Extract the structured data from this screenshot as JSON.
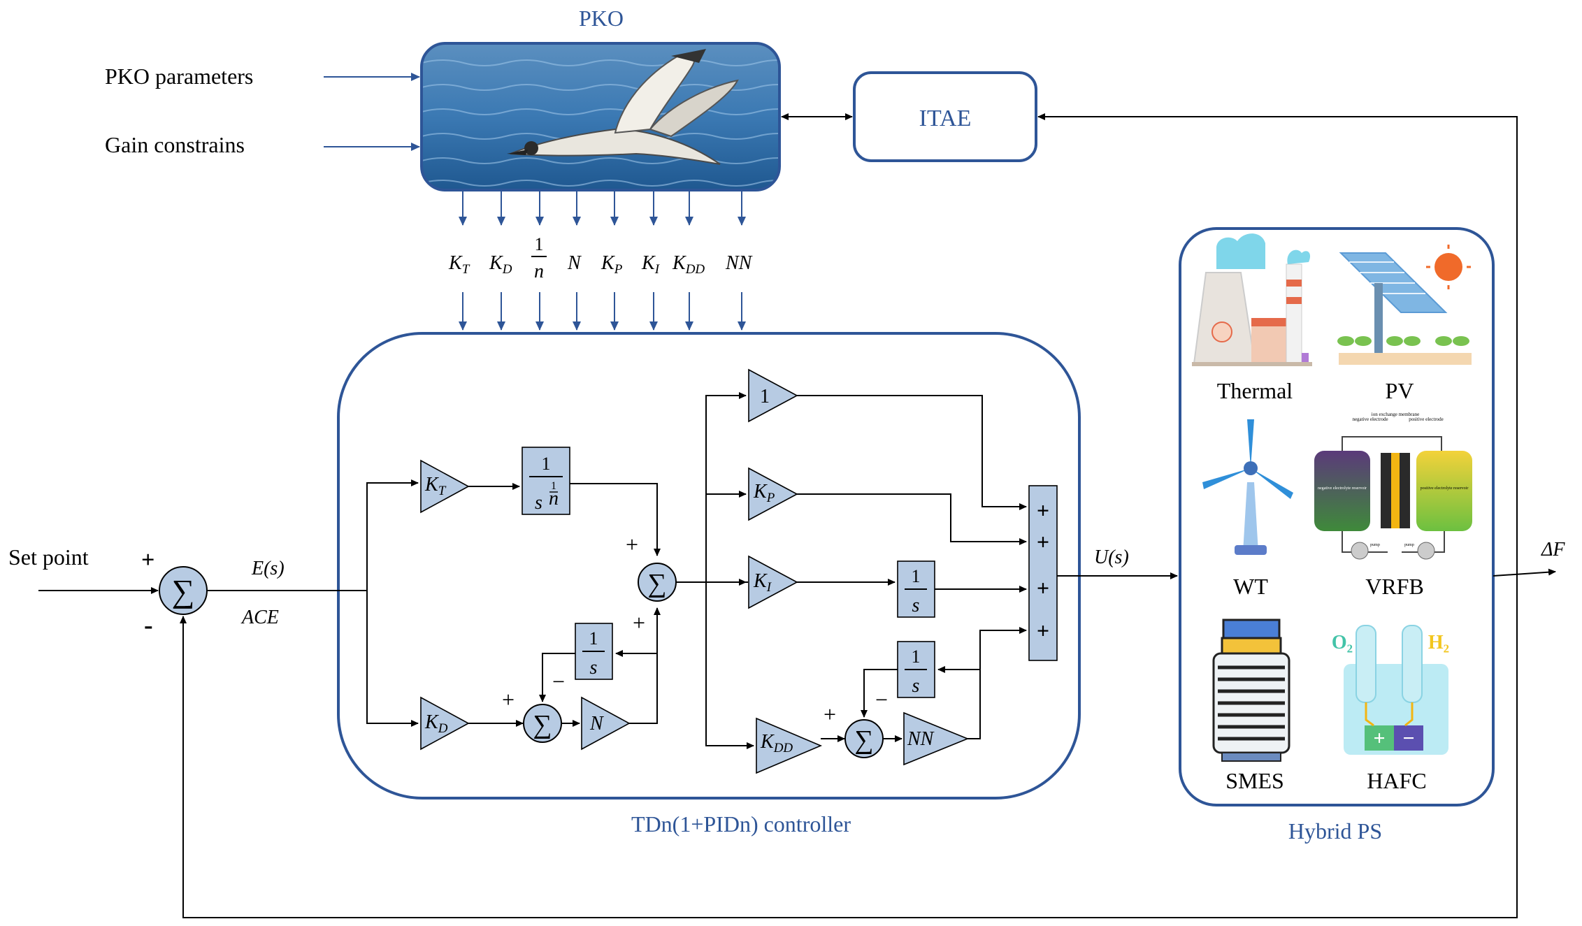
{
  "titles": {
    "optimizer": "PKO",
    "controller": "TDn(1+PIDn) controller",
    "plant": "Hybrid PS",
    "cost": "ITAE"
  },
  "inputs": {
    "pko_parameters": "PKO parameters",
    "gain_constraints": "Gain constrains",
    "set_point": "Set point"
  },
  "signals": {
    "error": "E(s)",
    "ace": "ACE",
    "control": "U(s)",
    "delta_f": "ΔF"
  },
  "parameters": [
    "K_T",
    "K_D",
    "1/n",
    "N",
    "K_P",
    "K_I",
    "K_DD",
    "NN"
  ],
  "plant_sources": [
    "Thermal",
    "PV",
    "WT",
    "VRFB",
    "SMES",
    "HAFC"
  ],
  "signs": {
    "main_plus": "+",
    "main_minus": "-",
    "plus": "+",
    "minus": "−"
  },
  "vrfb_labels": {
    "neg_electrode": "negative electrode",
    "membrane": "ion exchange membrane",
    "pos_electrode": "positive electrode",
    "neg_reservoir": "negative electrolyte reservoir",
    "pos_reservoir": "positive electrolyte reservoir",
    "pump": "pump"
  },
  "hafc_labels": {
    "o2": "O₂",
    "h2": "H₂"
  },
  "colors": {
    "accent_blue": "#2e5597",
    "block_fill": "#b7cbe3"
  }
}
